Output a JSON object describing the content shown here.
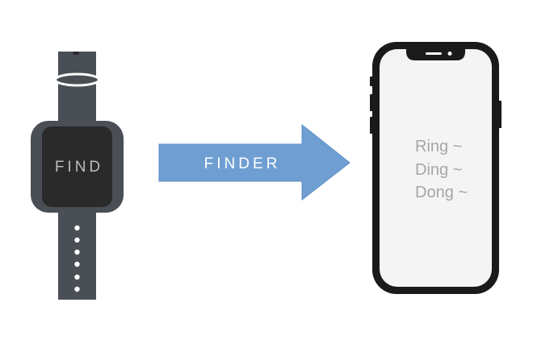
{
  "watch": {
    "screen_text": "FIND"
  },
  "arrow": {
    "label": "FINDER",
    "color": "#6f9fd2"
  },
  "phone": {
    "lines": [
      "Ring ~",
      "Ding ~",
      "Dong ~"
    ]
  },
  "colors": {
    "watch_body": "#4a4e55",
    "watch_screen": "#2a2a2a",
    "phone_frame": "#1a1a1a",
    "phone_screen": "#f4f4f4",
    "text_gray": "#a6a6a6"
  }
}
